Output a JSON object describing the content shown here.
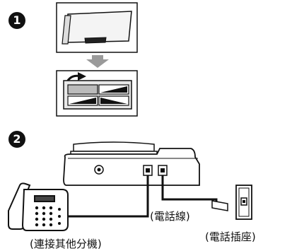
{
  "steps": [
    {
      "number": "1"
    },
    {
      "number": "2"
    }
  ],
  "labels": {
    "phone_cord": "(電話線)",
    "wall_jack": "(電話插座)",
    "extension_phone": "(連接其他分機)"
  },
  "colors": {
    "ink": "#111111",
    "arrow": "#9a9a9a",
    "paper": "#ffffff"
  },
  "icons": [
    "battery-cover-icon",
    "down-arrow-icon",
    "curved-arrow-icon",
    "battery-icon",
    "base-station-icon",
    "desk-phone-icon",
    "wall-jack-icon",
    "phone-line-jack-icon"
  ]
}
